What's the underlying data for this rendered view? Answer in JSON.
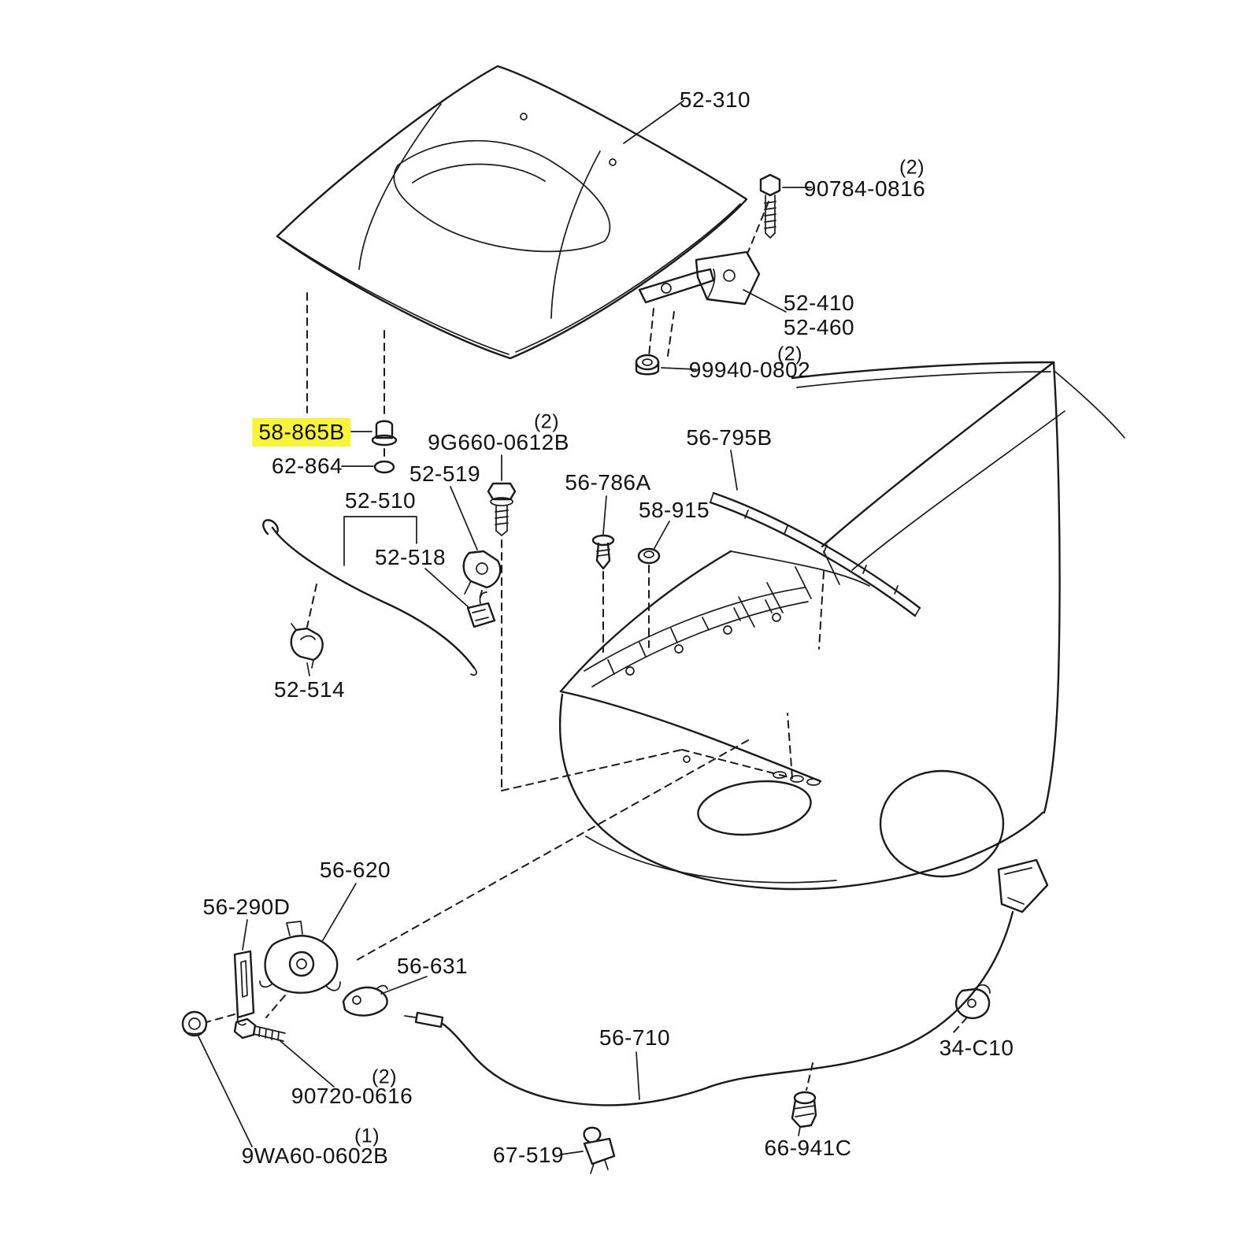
{
  "document": {
    "type": "exploded-parts-diagram",
    "subject": "hood-and-hood-release-assembly",
    "background": "#ffffff",
    "line_color": "#1a1a1a",
    "text_color": "#121212",
    "highlight_color": "#f8f33d"
  },
  "parts": [
    {
      "key": "hood-panel",
      "label": "52-310"
    },
    {
      "key": "hinge-bolt",
      "label": "90784-0816",
      "qty": "(2)"
    },
    {
      "key": "hood-hinge",
      "label": "52-410"
    },
    {
      "key": "hood-hinge-alt",
      "label": "52-460"
    },
    {
      "key": "hinge-nut",
      "label": "99940-0802",
      "qty": "(2)"
    },
    {
      "key": "hood-bumper",
      "label": "58-865B",
      "highlighted": true
    },
    {
      "key": "hood-cushion",
      "label": "62-864"
    },
    {
      "key": "cowl-bolt",
      "label": "9G660-0612B",
      "qty": "(2)"
    },
    {
      "key": "rod-bracket",
      "label": "52-519"
    },
    {
      "key": "fastener",
      "label": "56-786A"
    },
    {
      "key": "cowl-seal",
      "label": "56-795B"
    },
    {
      "key": "grommet",
      "label": "58-915"
    },
    {
      "key": "support-rod",
      "label": "52-510"
    },
    {
      "key": "rod-clip",
      "label": "52-518"
    },
    {
      "key": "rod-holder",
      "label": "52-514"
    },
    {
      "key": "hood-latch",
      "label": "56-620"
    },
    {
      "key": "striker",
      "label": "56-290D"
    },
    {
      "key": "safety-lever",
      "label": "56-631"
    },
    {
      "key": "release-cable",
      "label": "56-710"
    },
    {
      "key": "cable-clip",
      "label": "34-C10"
    },
    {
      "key": "latch-bolt",
      "label": "90720-0616",
      "qty": "(2)"
    },
    {
      "key": "cable-clamp",
      "label": "66-941C"
    },
    {
      "key": "latch-nut",
      "label": "9WA60-0602B",
      "qty": "(1)"
    },
    {
      "key": "cable-holder",
      "label": "67-519"
    }
  ]
}
